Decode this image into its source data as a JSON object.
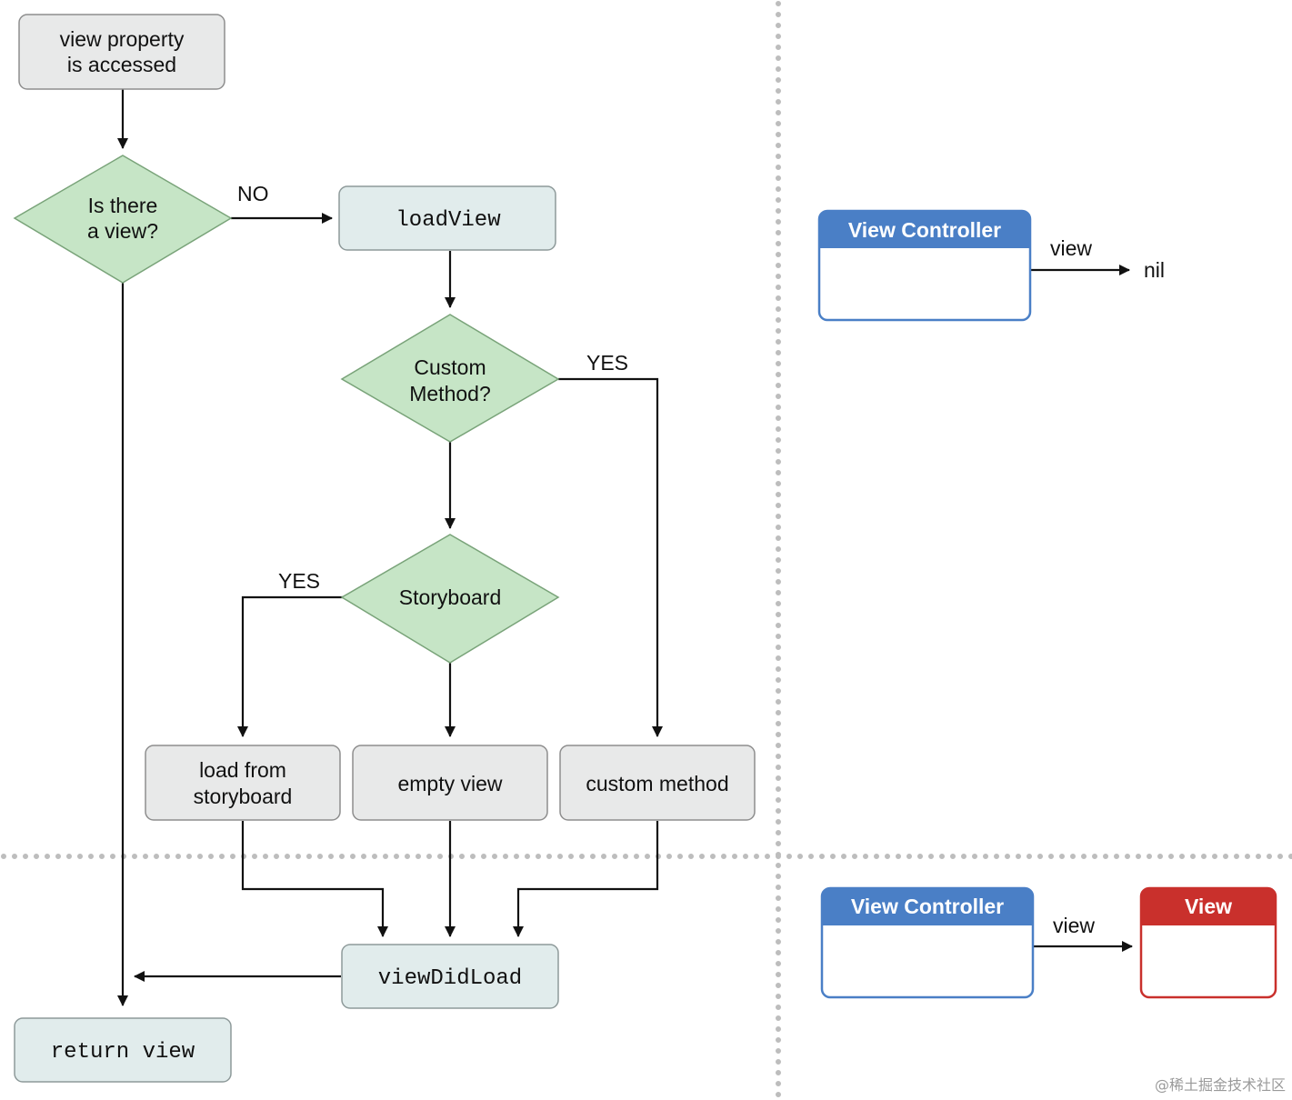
{
  "flowchart": {
    "start": [
      "view property",
      "is accessed"
    ],
    "decision_view": [
      "Is there",
      "a view?"
    ],
    "no_label": "NO",
    "load_view": "loadView",
    "decision_custom": [
      "Custom",
      "Method?"
    ],
    "yes_custom": "YES",
    "decision_storyboard": "Storyboard",
    "yes_storyboard": "YES",
    "load_from_storyboard": [
      "load from",
      "storyboard"
    ],
    "empty_view": "empty view",
    "custom_method": "custom method",
    "view_did_load": "viewDidLoad",
    "return_view": "return view"
  },
  "panel_before": {
    "controller_title": "View Controller",
    "arrow_label": "view",
    "target_label": "nil"
  },
  "panel_after": {
    "controller_title": "View Controller",
    "arrow_label": "view",
    "view_title": "View"
  },
  "watermark": "@稀土掘金技术社区",
  "colors": {
    "process_fill": "#e8e9e9",
    "method_fill": "#e1ecec",
    "decision_fill": "#c6e5c6",
    "controller_blue": "#4a7fc6",
    "view_red": "#c9302c"
  }
}
